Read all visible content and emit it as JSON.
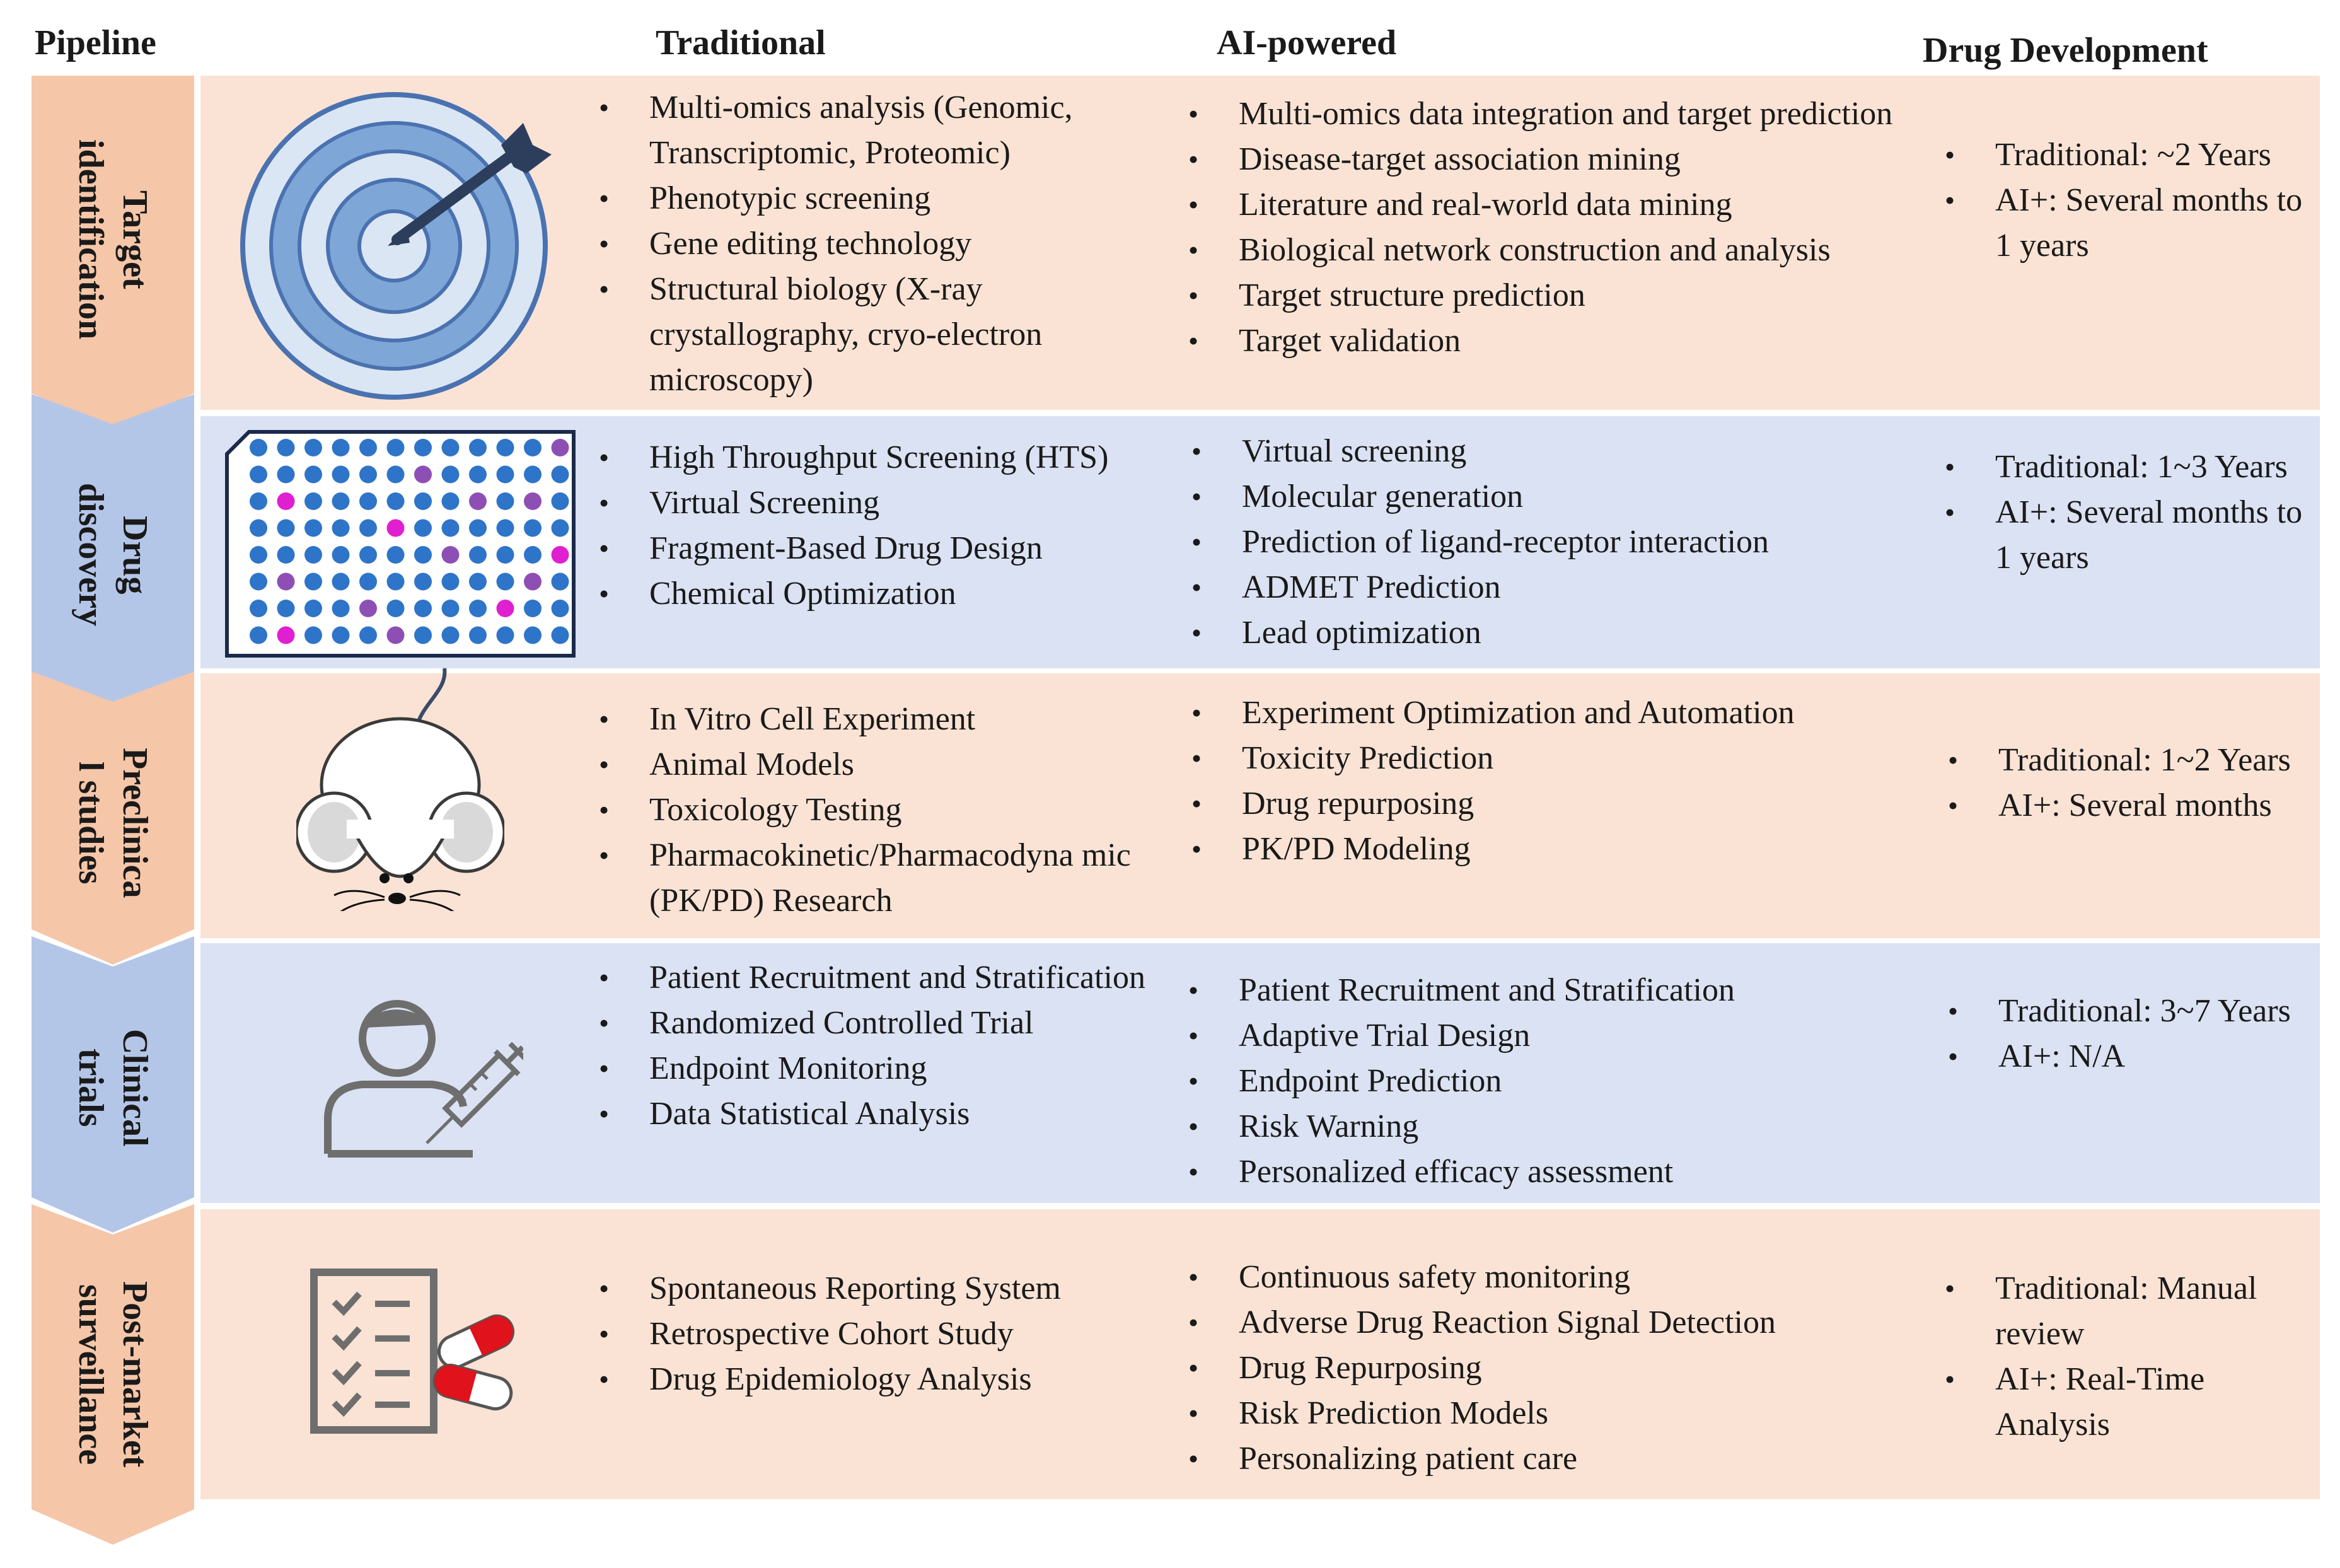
{
  "headers": {
    "pipeline": "Pipeline",
    "traditional": "Traditional",
    "ai": "AI-powered",
    "development": "Drug Development"
  },
  "stages": [
    {
      "label": "Target\nidentification",
      "icon": "target-icon",
      "traditional": [
        "Multi-omics analysis (Genomic, Transcriptomic, Proteomic)",
        "Phenotypic screening",
        "Gene editing technology",
        "Structural biology (X-ray crystallography, cryo-electron microscopy)"
      ],
      "ai": [
        "Multi-omics data integration and target prediction",
        "Disease-target association mining",
        "Literature and real-world data mining",
        "Biological network construction and analysis",
        "Target structure prediction",
        "Target validation"
      ],
      "development": [
        "Traditional: ~2 Years",
        "AI+: Several months to 1 years"
      ]
    },
    {
      "label": "Drug\ndiscovery",
      "icon": "well-plate-icon",
      "traditional": [
        "High Throughput Screening (HTS)",
        "Virtual Screening",
        "Fragment-Based Drug Design",
        "Chemical Optimization"
      ],
      "ai": [
        "Virtual screening",
        "Molecular generation",
        "Prediction of ligand-receptor interaction",
        "ADMET Prediction",
        "Lead optimization"
      ],
      "development": [
        "Traditional: 1~3 Years",
        "AI+: Several months to 1 years"
      ]
    },
    {
      "label": "Preclinica\nl studies",
      "icon": "mouse-icon",
      "traditional": [
        "In Vitro Cell Experiment",
        "Animal Models",
        "Toxicology Testing",
        "Pharmacokinetic/Pharmacodyna mic (PK/PD) Research"
      ],
      "ai": [
        "Experiment Optimization and Automation",
        "Toxicity Prediction",
        "Drug repurposing",
        "PK/PD Modeling"
      ],
      "development": [
        "Traditional: 1~2 Years",
        "AI+: Several months"
      ]
    },
    {
      "label": "Clinical\ntrials",
      "icon": "patient-syringe-icon",
      "traditional": [
        "Patient Recruitment and Stratification",
        "Randomized Controlled Trial",
        "Endpoint Monitoring",
        "Data Statistical Analysis"
      ],
      "ai": [
        "Patient Recruitment and Stratification",
        "Adaptive Trial Design",
        "Endpoint Prediction",
        "Risk Warning",
        "Personalized efficacy assessment"
      ],
      "development": [
        "Traditional: 3~7 Years",
        "AI+: N/A"
      ]
    },
    {
      "label": "Post-market\nsurveillance",
      "icon": "checklist-pills-icon",
      "traditional": [
        "Spontaneous Reporting System",
        "Retrospective Cohort Study",
        "Drug Epidemiology Analysis"
      ],
      "ai": [
        "Continuous safety monitoring",
        "Adverse Drug Reaction Signal Detection",
        "Drug Repurposing",
        "Risk Prediction Models",
        "Personalizing patient care"
      ],
      "development": [
        "Traditional: Manual review",
        "AI+: Real-Time Analysis"
      ]
    }
  ],
  "colors": {
    "peach_row": "#fae3d4",
    "blue_row": "#dae2f3",
    "peach_chevron": "#f5c6a8",
    "blue_chevron": "#b4c6e8",
    "target_blue": "#7ea6d6",
    "well_blue": "#2e74c9",
    "well_purple": "#8e4fb5",
    "well_magenta": "#e01fd0",
    "pill_red": "#e0121b",
    "icon_gray": "#6e6e6e"
  }
}
